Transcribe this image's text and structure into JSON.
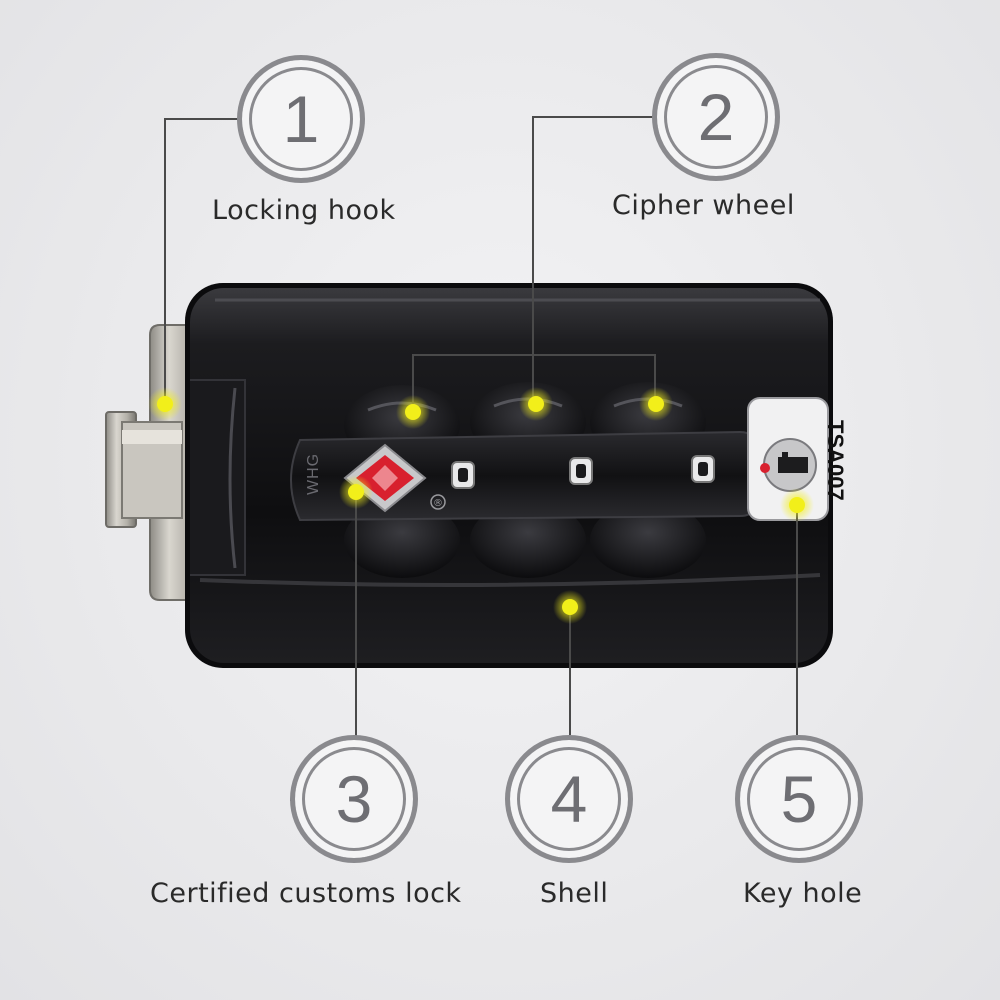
{
  "labels": [
    {
      "number": "1",
      "text": "Locking hook"
    },
    {
      "number": "2",
      "text": "Cipher wheel"
    },
    {
      "number": "3",
      "text": "Certified customs lock"
    },
    {
      "number": "4",
      "text": "Shell"
    },
    {
      "number": "5",
      "text": "Key hole"
    }
  ],
  "device": {
    "brand": "WHG",
    "lock_code": "TSA007",
    "registered_mark": "®"
  },
  "colors": {
    "background": "#e9e9eb",
    "shell": "#141416",
    "marker": "#f2ef1a",
    "tsa_logo": "#d8202e",
    "leader_line": "#4a4a4a",
    "badge_ring": "#8a8a8e"
  }
}
